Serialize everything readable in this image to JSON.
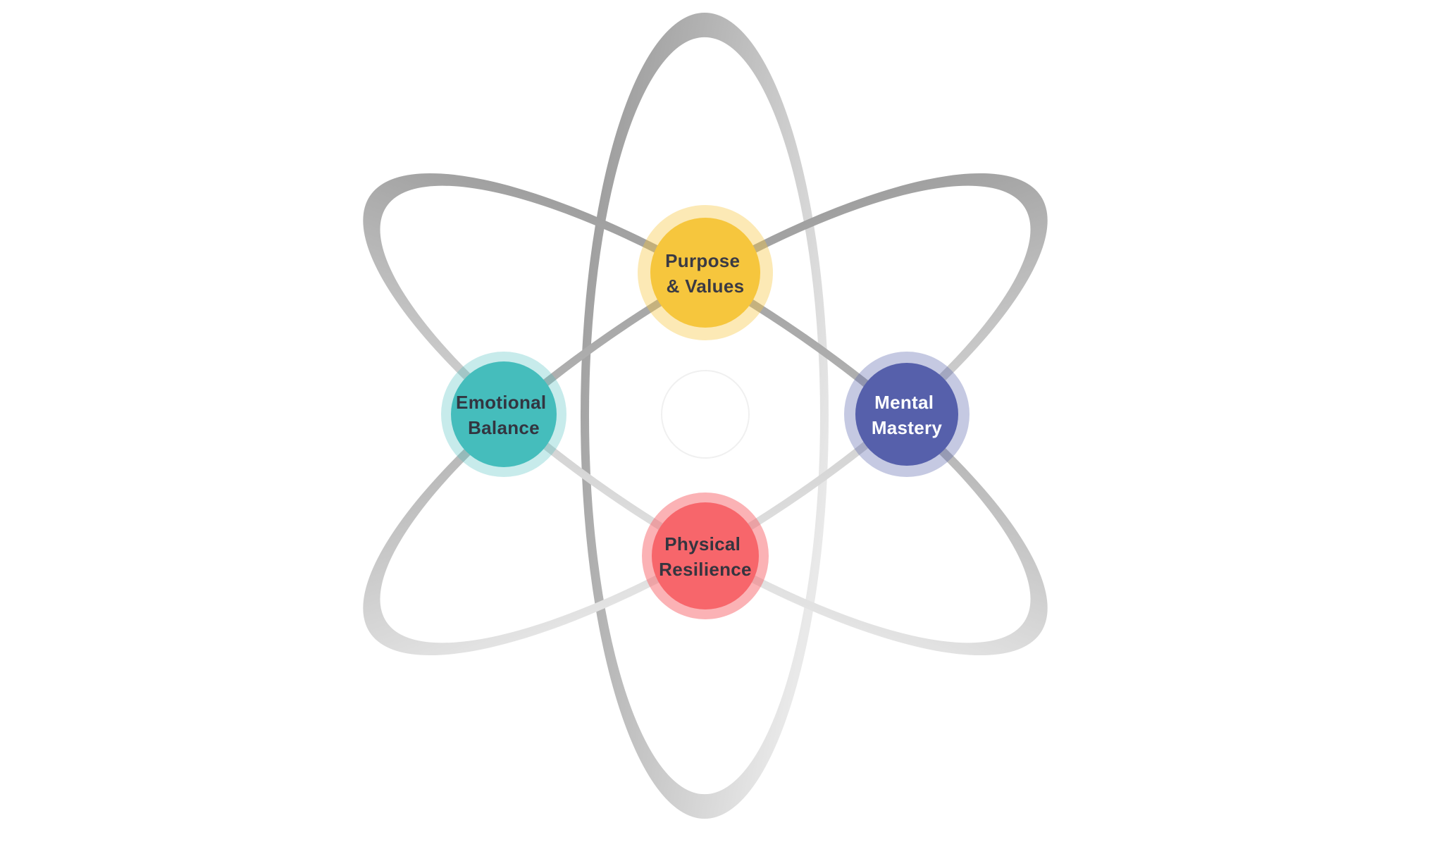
{
  "diagram": {
    "background": "#ffffff",
    "type": "atom-orbit-diagram"
  },
  "orbits": {
    "gradient_dark": "#929292",
    "gradient_light": "#e9e9e9"
  },
  "center_circle": {
    "stroke": "#f0f0f0",
    "fill": "#ffffff"
  },
  "nodes": [
    {
      "id": "purpose-values",
      "line1": "Purpose",
      "line2": "& Values",
      "color": "#F6C63D",
      "halo_color": "#F6C63D",
      "text_color": "#3A3A44"
    },
    {
      "id": "emotional-balance",
      "line1": "Emotional",
      "line2": "Balance",
      "color": "#45BDBC",
      "halo_color": "#45BDBC",
      "text_color": "#333540"
    },
    {
      "id": "mental-mastery",
      "line1": "Mental",
      "line2": "Mastery",
      "color": "#5660AB",
      "halo_color": "#5660AB",
      "text_color": "#FFFFFF"
    },
    {
      "id": "physical-resilience",
      "line1": "Physical",
      "line2": "Resilience",
      "color": "#F7666B",
      "halo_color": "#F7666B",
      "text_color": "#35353F"
    }
  ]
}
